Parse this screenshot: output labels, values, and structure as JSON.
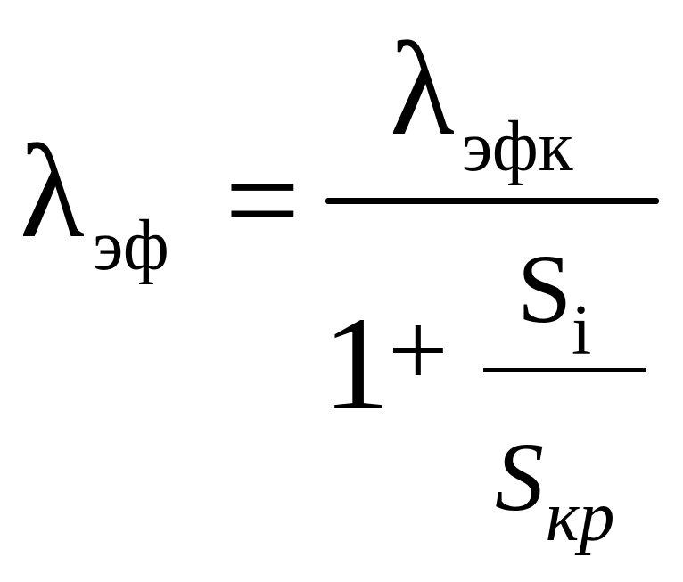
{
  "formula": {
    "lhs": {
      "symbol": "λ",
      "subscript": "эф"
    },
    "equals": "=",
    "numerator": {
      "symbol": "λ",
      "subscript": "эфк"
    },
    "denominator": {
      "one": "1",
      "plus": "+",
      "inner_fraction": {
        "numerator_symbol": "S",
        "numerator_subscript": "i",
        "denominator_symbol": "S",
        "denominator_subscript": "кр"
      }
    }
  }
}
